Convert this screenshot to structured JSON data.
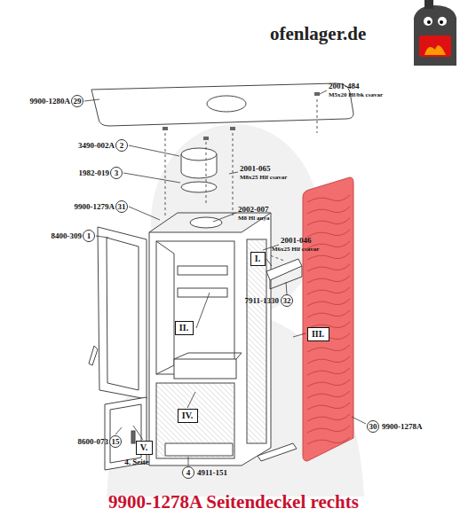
{
  "diagram": {
    "caption": "9900-1278A Seitendeckel rechts",
    "nodes": [
      {
        "text": [
          "29"
        ]
      },
      {
        "text": [
          "2"
        ]
      },
      {
        "text": [
          "3"
        ]
      },
      {
        "text": [
          "31"
        ]
      },
      {
        "text": [
          "1"
        ]
      },
      {
        "text": [
          "I."
        ]
      },
      {
        "text": [
          "32"
        ]
      },
      {
        "text": [
          "II."
        ]
      },
      {
        "text": [
          "III."
        ]
      },
      {
        "text": [
          "IV."
        ]
      },
      {
        "text": [
          "15"
        ]
      },
      {
        "text": [
          "V."
        ]
      },
      {
        "text": [
          "4"
        ]
      },
      {
        "text": [
          "30"
        ]
      }
    ],
    "labels": [
      "ofenlager.de",
      "9900-1280A",
      "2001-484",
      "M5x20 Hf/bk csavar",
      "3490-002A",
      "1982-019",
      "2001-065",
      "M8x25 Hlf csavar",
      "9900-1279A",
      "2002-007",
      "M8 Hl anya",
      "8400-309",
      "2001-046",
      "M6x25 Hlf csavar",
      "7911-1330",
      "8600-073",
      "4. Seite",
      "4911-151",
      "9900-1278A"
    ]
  }
}
